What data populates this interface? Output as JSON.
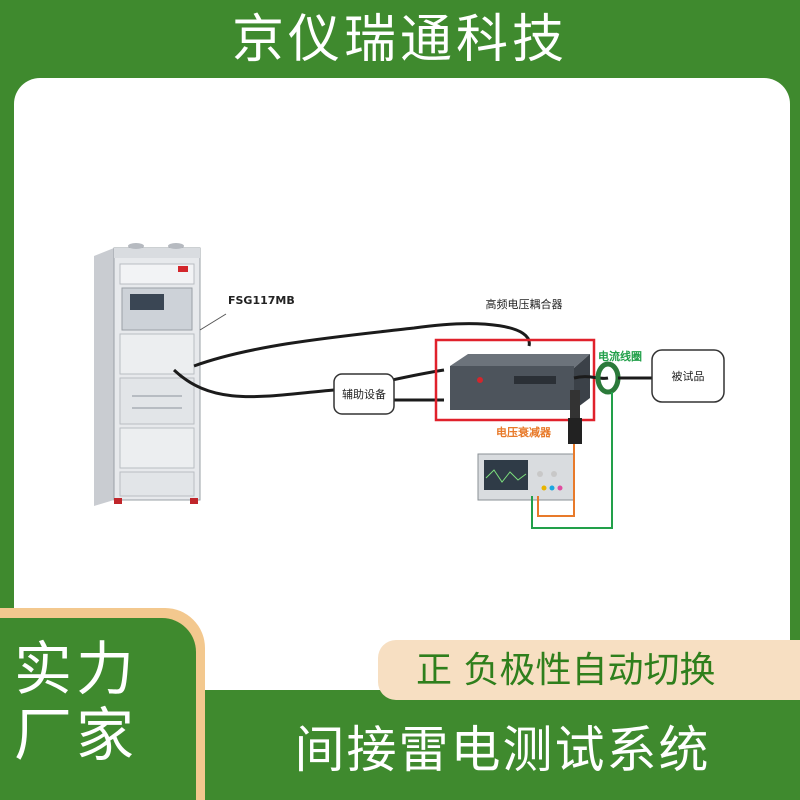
{
  "header": {
    "title": "京仪瑞通科技"
  },
  "diagram": {
    "labels": {
      "generator": "FSG117MB",
      "coupler": "高频电压耦合器",
      "aux": "辅助设备",
      "coil": "电流线圈",
      "eut": "被试品",
      "attenuator": "电压衰减器"
    },
    "colors": {
      "highlight": "#e0212b",
      "coil_label": "#22a04a",
      "attenuator_label": "#e87a2a"
    }
  },
  "badge": {
    "line1": "实力",
    "line2": "厂家"
  },
  "feature": {
    "text": "正 负极性自动切换"
  },
  "footer": {
    "title": "间接雷电测试系统"
  },
  "colors": {
    "brand_green": "#3f8a2e",
    "badge_edge": "#f3c88e",
    "feature_bg": "#f7dfc2"
  }
}
